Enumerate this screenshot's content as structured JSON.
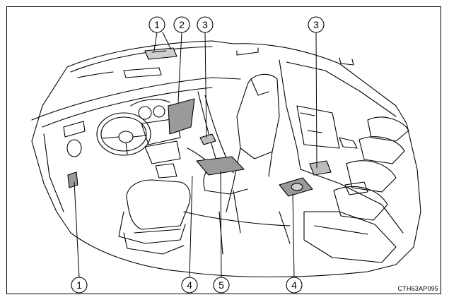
{
  "figure": {
    "code": "CTH63AP095",
    "callouts": [
      {
        "id": "c1-top",
        "label": "1"
      },
      {
        "id": "c2-top",
        "label": "2"
      },
      {
        "id": "c3-left-top",
        "label": "3"
      },
      {
        "id": "c3-right-top",
        "label": "3"
      },
      {
        "id": "c1-bottom",
        "label": "1"
      },
      {
        "id": "c4-left-bottom",
        "label": "4"
      },
      {
        "id": "c5-bottom",
        "label": "5"
      },
      {
        "id": "c4-right-bottom",
        "label": "4"
      }
    ]
  },
  "colors": {
    "line": "#000000",
    "highlight": "#9a9a9a",
    "background": "#ffffff"
  }
}
